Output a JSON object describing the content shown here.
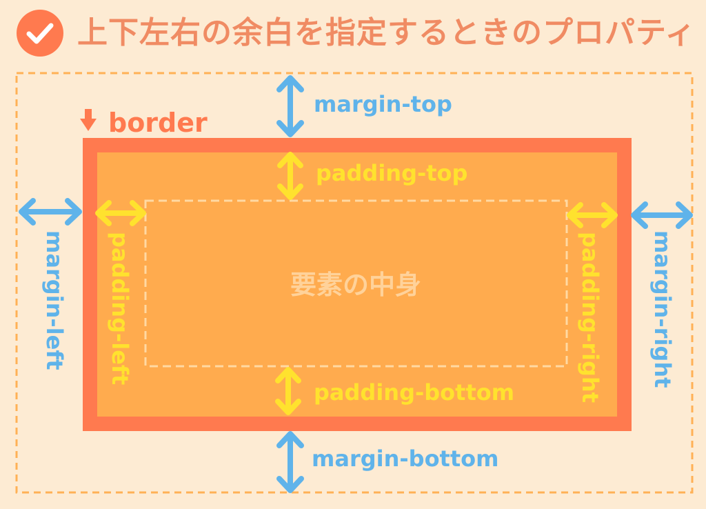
{
  "title": "上下左右の余白を指定するときのプロパティ",
  "border_label": "border",
  "content_label": "要素の中身",
  "margin": {
    "top": "margin-top",
    "bottom": "margin-bottom",
    "left": "margin-left",
    "right": "margin-right"
  },
  "padding": {
    "top": "padding-top",
    "bottom": "padding-bottom",
    "left": "padding-left",
    "right": "padding-right"
  },
  "colors": {
    "background": "#fdebd3",
    "border": "#ff7a4f",
    "padding_area": "#ffab4e",
    "margin_arrow": "#5fb3ea",
    "padding_arrow": "#ffe22e",
    "title": "#f08b63",
    "dashed_outline": "#ffb156",
    "content_dashed": "#ffd9a3",
    "content_text": "#ffd29a"
  },
  "icons": {
    "title_icon": "check-circle-icon",
    "border_icon": "arrow-down-icon"
  }
}
